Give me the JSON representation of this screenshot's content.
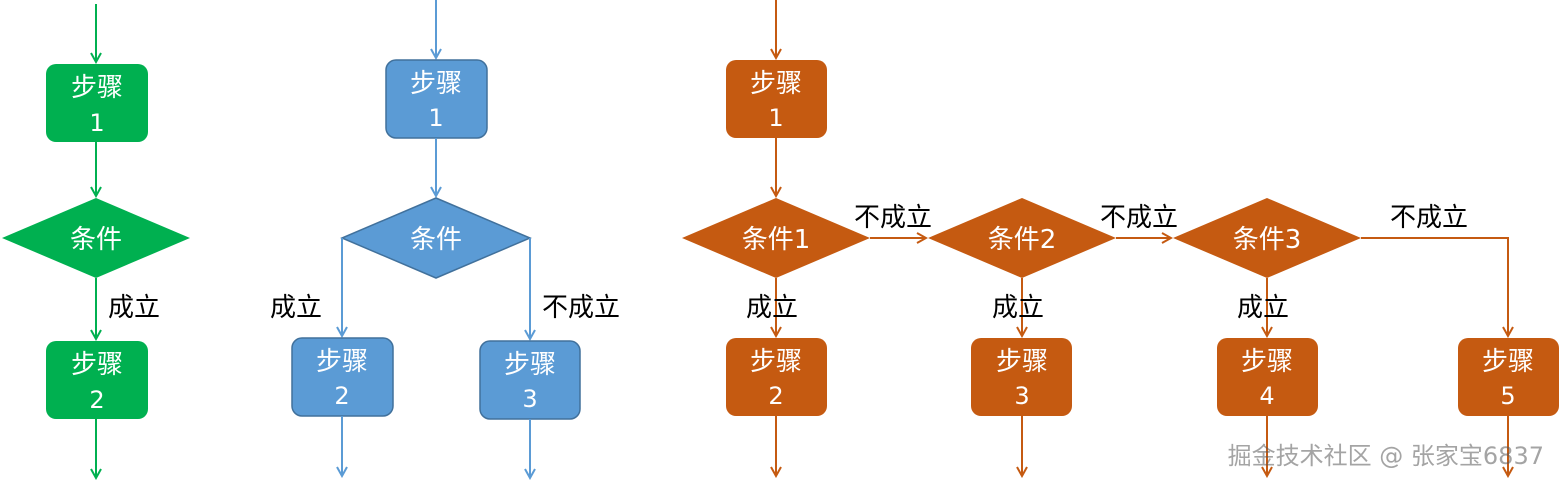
{
  "colors": {
    "green": "#00B050",
    "blue": "#5B9BD5",
    "blue_border": "#41719C",
    "orange": "#C55A11",
    "orange_border": "#A04A0D",
    "line_text": "#000000"
  },
  "flow_sequential": {
    "step1": "步骤",
    "step1_num": "1",
    "condition": "条件",
    "yes_label": "成立",
    "step2": "步骤",
    "step2_num": "2"
  },
  "flow_branch": {
    "step1": "步骤",
    "step1_num": "1",
    "condition": "条件",
    "yes_label": "成立",
    "no_label": "不成立",
    "step2": "步骤",
    "step2_num": "2",
    "step3": "步骤",
    "step3_num": "3"
  },
  "flow_multi": {
    "step1": "步骤",
    "step1_num": "1",
    "conditions": [
      "条件1",
      "条件2",
      "条件3"
    ],
    "no_labels": [
      "不成立",
      "不成立",
      "不成立"
    ],
    "yes_labels": [
      "成立",
      "成立",
      "成立"
    ],
    "steps": [
      {
        "label": "步骤",
        "num": "2"
      },
      {
        "label": "步骤",
        "num": "3"
      },
      {
        "label": "步骤",
        "num": "4"
      },
      {
        "label": "步骤",
        "num": "5"
      }
    ]
  },
  "watermark": "掘金技术社区 @ 张家宝6837"
}
